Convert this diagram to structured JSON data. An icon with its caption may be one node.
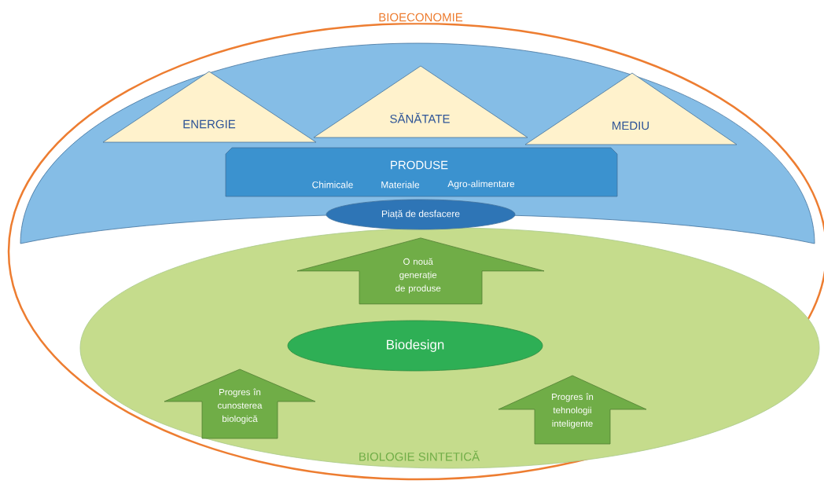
{
  "diagram": {
    "nodes": [
      {
        "text": [
          "BIOECONOMIE"
        ]
      },
      {
        "text": [
          "ENERGIE"
        ],
        "in": 0
      },
      {
        "text": [
          "SĂNĂTATE"
        ],
        "in": 0
      },
      {
        "text": [
          "MEDIU"
        ],
        "in": 0
      },
      {
        "text": [
          "PRODUSE",
          "Chimicale",
          "Materiale",
          "Agro-alimentare"
        ],
        "in": 0
      },
      {
        "text": [
          "Piață de desfacere"
        ],
        "in": 0
      },
      {
        "text": [
          "BIOLOGIE SINTETICĂ"
        ],
        "in": 0
      },
      {
        "text": [
          "Biodesign"
        ],
        "in": 6
      },
      {
        "text": [
          "Progres în cunosterea biologică"
        ],
        "in": 6
      },
      {
        "text": [
          "Progres în tehnologii inteligente"
        ],
        "in": 6
      }
    ],
    "edges": [
      {
        "from": 7,
        "to": 5,
        "arrow": "to",
        "label": "O nouă generație de produse"
      }
    ]
  }
}
